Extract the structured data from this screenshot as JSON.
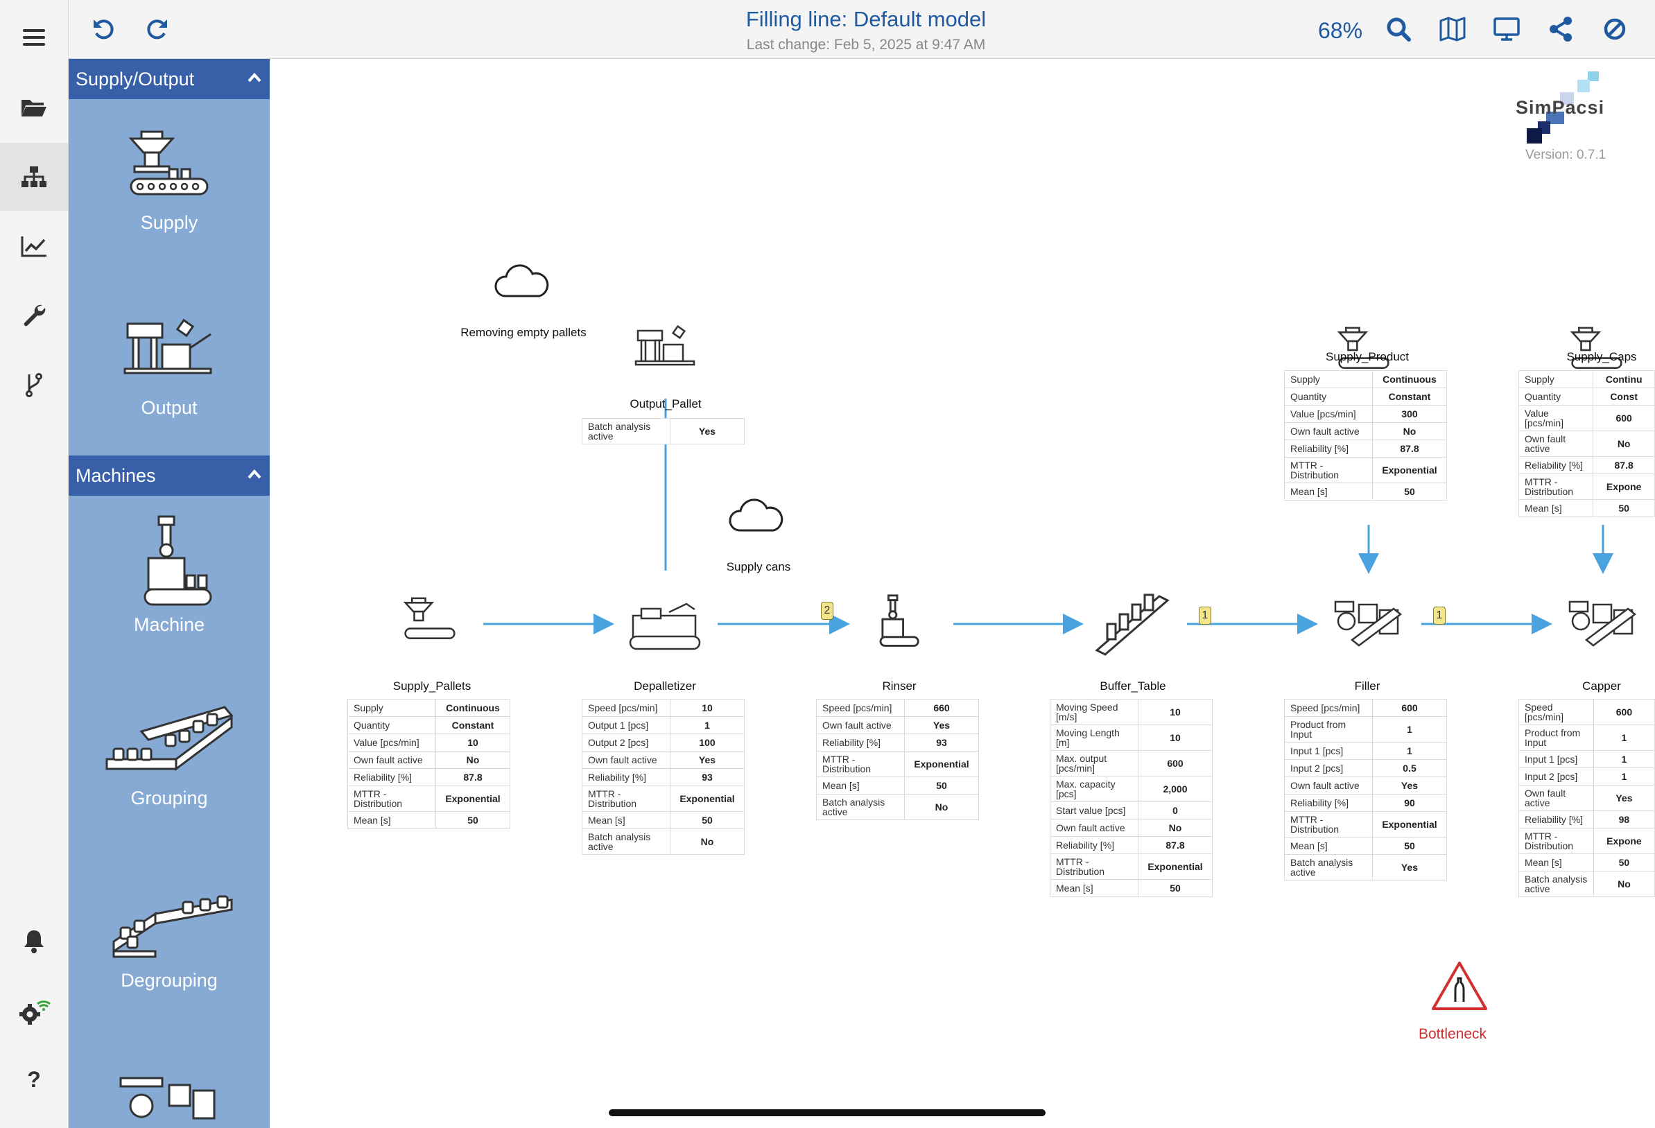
{
  "app": {
    "title": "Filling line: Default model",
    "last_change": "Last change: Feb 5, 2025 at 9:47 AM",
    "zoom": "68%",
    "brand": "SimPacsi",
    "version": "Version: 0.7.1",
    "accent_color": "#1f5aa0",
    "connector_color": "#4aa3df"
  },
  "rail": {
    "items": [
      {
        "icon": "hamburger-menu-icon"
      },
      {
        "icon": "folder-open-icon"
      },
      {
        "icon": "sitemap-icon",
        "active": true
      },
      {
        "icon": "line-chart-icon"
      },
      {
        "icon": "wrench-icon"
      },
      {
        "icon": "git-branch-icon"
      },
      {
        "icon": "bell-icon"
      },
      {
        "icon": "gear-wifi-icon"
      },
      {
        "icon": "question-icon"
      }
    ]
  },
  "toolbar": {
    "undo_icon": "undo-icon",
    "redo_icon": "redo-icon",
    "right_icons": [
      "search-icon",
      "map-icon",
      "monitor-icon",
      "share-icon",
      "ban-icon"
    ]
  },
  "palette": {
    "sections": [
      {
        "title": "Supply/Output",
        "items": [
          "Supply",
          "Output"
        ]
      },
      {
        "title": "Machines",
        "items": [
          "Machine",
          "Grouping",
          "Degrouping"
        ]
      }
    ]
  },
  "canvas": {
    "clouds": [
      {
        "label": "Removing empty pallets"
      },
      {
        "label": "Supply cans"
      }
    ],
    "badges": [
      "2",
      "1",
      "1"
    ],
    "bottleneck": "Bottleneck",
    "nodes": {
      "output_pallet": {
        "title": "Output_Pallet",
        "rows": [
          [
            "Batch analysis active",
            "Yes"
          ]
        ]
      },
      "supply_pallets": {
        "title": "Supply_Pallets",
        "rows": [
          [
            "Supply",
            "Continuous"
          ],
          [
            "Quantity",
            "Constant"
          ],
          [
            "Value [pcs/min]",
            "10"
          ],
          [
            "Own fault active",
            "No"
          ],
          [
            "Reliability [%]",
            "87.8"
          ],
          [
            "MTTR - Distribution",
            "Exponential"
          ],
          [
            "Mean [s]",
            "50"
          ]
        ]
      },
      "depalletizer": {
        "title": "Depalletizer",
        "rows": [
          [
            "Speed [pcs/min]",
            "10"
          ],
          [
            "Output 1 [pcs]",
            "1"
          ],
          [
            "Output 2 [pcs]",
            "100"
          ],
          [
            "Own fault active",
            "Yes"
          ],
          [
            "Reliability [%]",
            "93"
          ],
          [
            "MTTR - Distribution",
            "Exponential"
          ],
          [
            "Mean [s]",
            "50"
          ],
          [
            "Batch analysis active",
            "No"
          ]
        ]
      },
      "rinser": {
        "title": "Rinser",
        "rows": [
          [
            "Speed [pcs/min]",
            "660"
          ],
          [
            "Own fault active",
            "Yes"
          ],
          [
            "Reliability [%]",
            "93"
          ],
          [
            "MTTR - Distribution",
            "Exponential"
          ],
          [
            "Mean [s]",
            "50"
          ],
          [
            "Batch analysis active",
            "No"
          ]
        ]
      },
      "buffer_table": {
        "title": "Buffer_Table",
        "rows": [
          [
            "Moving Speed [m/s]",
            "10"
          ],
          [
            "Moving Length [m]",
            "10"
          ],
          [
            "Max. output [pcs/min]",
            "600"
          ],
          [
            "Max. capacity [pcs]",
            "2,000"
          ],
          [
            "Start value [pcs]",
            "0"
          ],
          [
            "Own fault active",
            "No"
          ],
          [
            "Reliability [%]",
            "87.8"
          ],
          [
            "MTTR - Distribution",
            "Exponential"
          ],
          [
            "Mean [s]",
            "50"
          ]
        ]
      },
      "supply_product": {
        "title": "Supply_Product",
        "rows": [
          [
            "Supply",
            "Continuous"
          ],
          [
            "Quantity",
            "Constant"
          ],
          [
            "Value [pcs/min]",
            "300"
          ],
          [
            "Own fault active",
            "No"
          ],
          [
            "Reliability [%]",
            "87.8"
          ],
          [
            "MTTR - Distribution",
            "Exponential"
          ],
          [
            "Mean [s]",
            "50"
          ]
        ]
      },
      "filler": {
        "title": "Filler",
        "rows": [
          [
            "Speed [pcs/min]",
            "600"
          ],
          [
            "Product from Input",
            "1"
          ],
          [
            "Input 1 [pcs]",
            "1"
          ],
          [
            "Input 2 [pcs]",
            "0.5"
          ],
          [
            "Own fault active",
            "Yes"
          ],
          [
            "Reliability [%]",
            "90"
          ],
          [
            "MTTR - Distribution",
            "Exponential"
          ],
          [
            "Mean [s]",
            "50"
          ],
          [
            "Batch analysis active",
            "Yes"
          ]
        ]
      },
      "supply_caps": {
        "title": "Supply_Caps",
        "rows": [
          [
            "Supply",
            "Continu"
          ],
          [
            "Quantity",
            "Const"
          ],
          [
            "Value [pcs/min]",
            "600"
          ],
          [
            "Own fault active",
            "No"
          ],
          [
            "Reliability [%]",
            "87.8"
          ],
          [
            "MTTR - Distribution",
            "Expone"
          ],
          [
            "Mean [s]",
            "50"
          ]
        ]
      },
      "capper": {
        "title": "Capper",
        "rows": [
          [
            "Speed [pcs/min]",
            "600"
          ],
          [
            "Product from Input",
            "1"
          ],
          [
            "Input 1 [pcs]",
            "1"
          ],
          [
            "Input 2 [pcs]",
            "1"
          ],
          [
            "Own fault active",
            "Yes"
          ],
          [
            "Reliability [%]",
            "98"
          ],
          [
            "MTTR - Distribution",
            "Expone"
          ],
          [
            "Mean [s]",
            "50"
          ],
          [
            "Batch analysis active",
            "No"
          ]
        ]
      }
    }
  }
}
